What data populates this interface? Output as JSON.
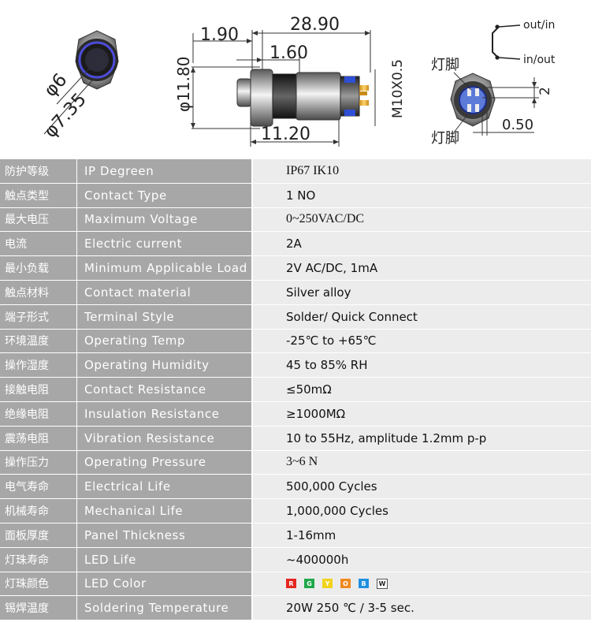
{
  "drawing": {
    "front_view": {
      "dia_inner": "φ6",
      "dia_outer": "φ7.35"
    },
    "side_view": {
      "overall_length": "28.90",
      "head_thickness": "1.90",
      "flange_thickness": "1.60",
      "height": "φ11.80",
      "body_length": "11.20",
      "thread": "M10X0.5"
    },
    "back_view": {
      "pin_label_top": "灯脚",
      "pin_label_bottom": "灯脚",
      "dim_2": "2",
      "dim_050": "0.50",
      "terminal_out_in": "out/in",
      "terminal_in_out": "in/out"
    }
  },
  "spec_rows": [
    {
      "cn": "防护等级",
      "en": "IP Degreen",
      "value": "IP67  IK10",
      "serif": true
    },
    {
      "cn": "触点类型",
      "en": "Contact Type",
      "value": "1 NO",
      "serif": false
    },
    {
      "cn": "最大电压",
      "en": "Maximum Voltage",
      "value": "0~250VAC/DC",
      "serif": true
    },
    {
      "cn": "电流",
      "en": "Electric current",
      "value": "2A",
      "serif": false
    },
    {
      "cn": "最小负载",
      "en": "Minimum Applicable Load",
      "value": "2V AC/DC, 1mA",
      "serif": false
    },
    {
      "cn": "触点材料",
      "en": "Contact material",
      "value": "Silver alloy",
      "serif": false
    },
    {
      "cn": "端子形式",
      "en": "Terminal Style",
      "value": "Solder/ Quick Connect",
      "serif": false
    },
    {
      "cn": "环境温度",
      "en": "Operating Temp",
      "value": "-25℃ to +65℃",
      "serif": false
    },
    {
      "cn": "操作湿度",
      "en": "Operating Humidity",
      "value": "45 to 85% RH",
      "serif": false
    },
    {
      "cn": "接触电阻",
      "en": "Contact Resistance",
      "value": "≤50mΩ",
      "serif": false
    },
    {
      "cn": "绝缘电阻",
      "en": "Insulation Resistance",
      "value": "≥1000MΩ",
      "serif": false
    },
    {
      "cn": "震荡电阻",
      "en": "Vibration Resistance",
      "value": "10 to 55Hz, amplitude 1.2mm p-p",
      "serif": false
    },
    {
      "cn": "操作压力",
      "en": "Operating Pressure",
      "value": "3~6 N",
      "serif": true
    },
    {
      "cn": "电气寿命",
      "en": "Electrical Life",
      "value": "500,000 Cycles",
      "serif": false
    },
    {
      "cn": "机械寿命",
      "en": "Mechanical Life",
      "value": "1,000,000 Cycles",
      "serif": false
    },
    {
      "cn": "面板厚度",
      "en": "Panel Thickness",
      "value": "1-16mm",
      "serif": false
    },
    {
      "cn": "灯珠寿命",
      "en": "LED Life",
      "value": "~400000h",
      "serif": false
    },
    {
      "cn": "灯珠颜色",
      "en": "LED Color",
      "value": "",
      "serif": false,
      "led": true
    },
    {
      "cn": "锡焊温度",
      "en": "Soldering Temperature",
      "value": "20W 250 ℃ / 3-5 sec.",
      "serif": false
    }
  ],
  "led_colors": [
    {
      "letter": "R",
      "color": "#e5261f"
    },
    {
      "letter": "G",
      "color": "#1fa84a"
    },
    {
      "letter": "Y",
      "color": "#f2d21a"
    },
    {
      "letter": "O",
      "color": "#f08a1f"
    },
    {
      "letter": "B",
      "color": "#1f8fe0"
    },
    {
      "letter": "W",
      "color": "#ffffff"
    }
  ]
}
